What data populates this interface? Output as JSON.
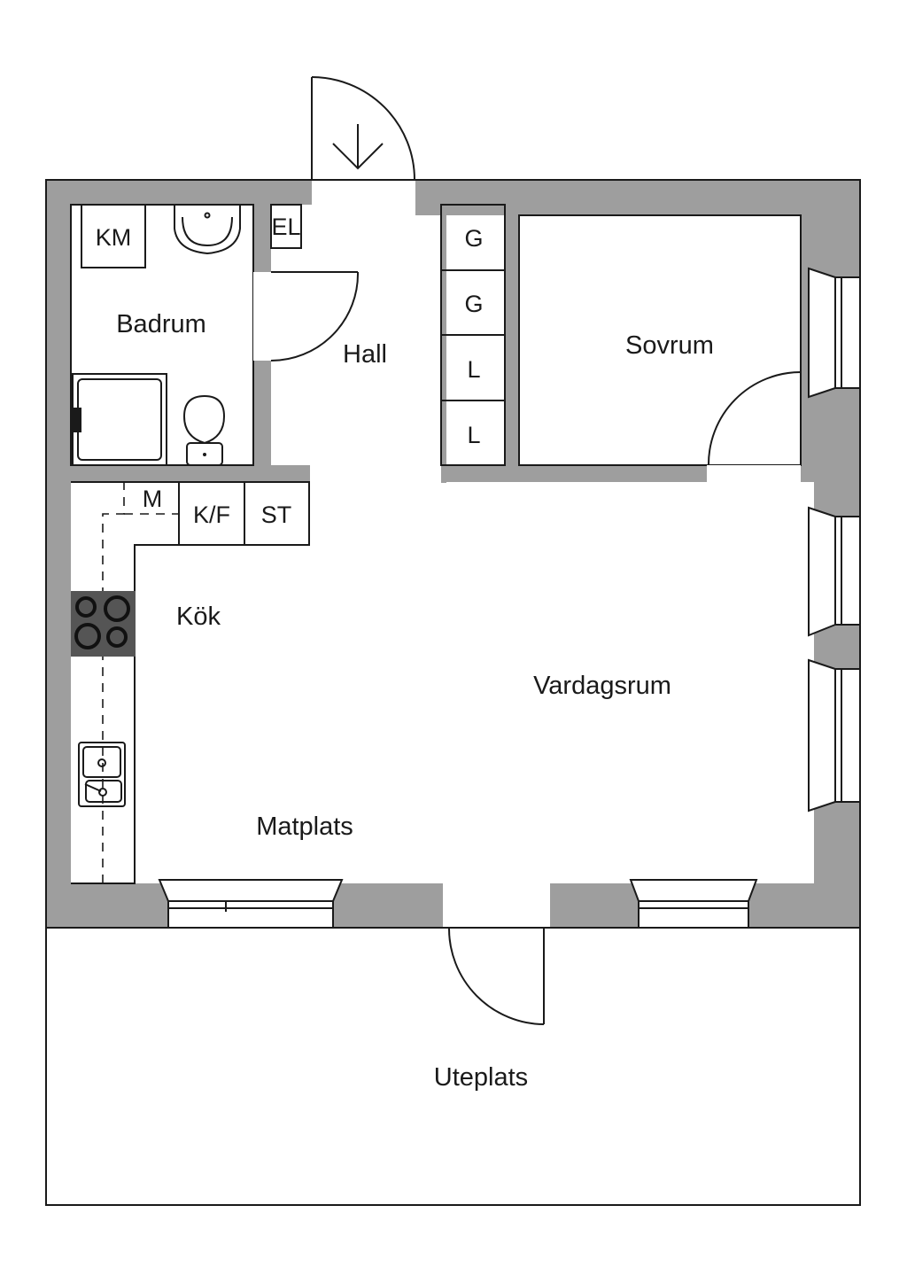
{
  "rooms": {
    "badrum": "Badrum",
    "hall": "Hall",
    "sovrum": "Sovrum",
    "kok": "Kök",
    "vardagsrum": "Vardagsrum",
    "matplats": "Matplats",
    "uteplats": "Uteplats"
  },
  "fixtures": {
    "km": "KM",
    "el": "EL",
    "wardrobe_g1": "G",
    "wardrobe_g2": "G",
    "wardrobe_l1": "L",
    "wardrobe_l2": "L",
    "m": "M",
    "kf": "K/F",
    "st": "ST"
  },
  "icons": {
    "entrance": "arrow-down-icon",
    "stove": "stove-icon",
    "sink": "sink-icon",
    "toilet": "toilet-icon",
    "washbasin": "washbasin-icon",
    "shower": "shower-icon"
  },
  "colors": {
    "wall": "#9e9e9e",
    "line": "#1a1a1a",
    "background": "#ffffff"
  }
}
